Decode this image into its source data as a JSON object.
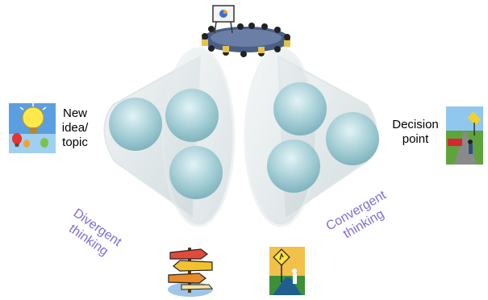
{
  "labels": {
    "new_idea_line1": "New",
    "new_idea_line2": "idea/",
    "new_idea_line3": "topic",
    "decision_line1": "Decision",
    "decision_line2": "point",
    "divergent_line1": "Divergent",
    "divergent_line2": "thinking",
    "convergent_line1": "Convergent",
    "convergent_line2": "thinking"
  },
  "icons": {
    "top": "team-meeting-icon",
    "left": "lightbulb-balloons-icon",
    "right": "decision-road-icon",
    "bottom_left": "crossroads-signpost-icon",
    "bottom_right": "road-sign-traveler-icon"
  },
  "colors": {
    "label_purple": "#7b6fd6",
    "sphere": "#9fc9d1",
    "funnel": "#c9d4d6"
  }
}
